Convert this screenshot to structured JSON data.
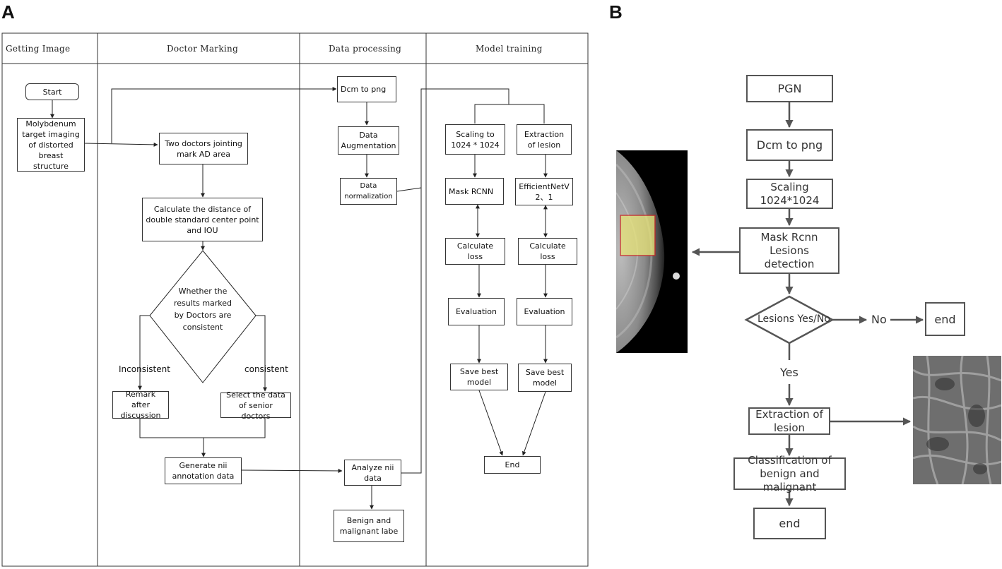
{
  "panel_a": {
    "letter": "A",
    "lanes": [
      "Getting Image",
      "Doctor Marking",
      "Data processing",
      "Model training"
    ],
    "start": "Start",
    "molybdenum": "Molybdenum target imaging of distorted breast structure",
    "two_doctors": "Two doctors jointing mark AD area",
    "calculate_distance": "Calculate the distance of double standard center point and IOU",
    "decision": "Whether the results marked by Doctors are consistent",
    "inconsistent": "Inconsistent",
    "consistent": "consistent",
    "remark": "Remark after discussion",
    "select_senior": "Select the data of senior doctors",
    "generate_nii": "Generate nii annotation data",
    "dcm_to_png": "Dcm to png",
    "augmentation": "Data Augmentation",
    "normalization": "Data normalization",
    "analyze_nii": "Analyze nii data",
    "benign_label": "Benign and malignant labe",
    "scaling": "Scaling to 1024 * 1024",
    "extraction": "Extraction of lesion",
    "mask_rcnn": "Mask RCNN",
    "efficientnet": "EfficientNetV 2、1",
    "calc_loss_1": "Calculate loss",
    "calc_loss_2": "Calculate loss",
    "evaluation_1": "Evaluation",
    "evaluation_2": "Evaluation",
    "save_best_1": "Save best model",
    "save_best_2": "Save best model",
    "end": "End"
  },
  "panel_b": {
    "letter": "B",
    "pgn": "PGN",
    "dcm_to_png": "Dcm to png",
    "scaling": "Scaling 1024*1024",
    "mask_rcnn": "Mask Rcnn Lesions detection",
    "decision": "Lesions Yes/No",
    "no": "No",
    "end_no": "end",
    "yes": "Yes",
    "extraction": "Extraction of lesion",
    "classification": "Classification of benign and malignant",
    "end": "end"
  },
  "colors": {
    "line": "#333333",
    "panel_b_border": "#555555",
    "lesion_fill": "#e6e27a",
    "lesion_outline": "#cc2222"
  }
}
